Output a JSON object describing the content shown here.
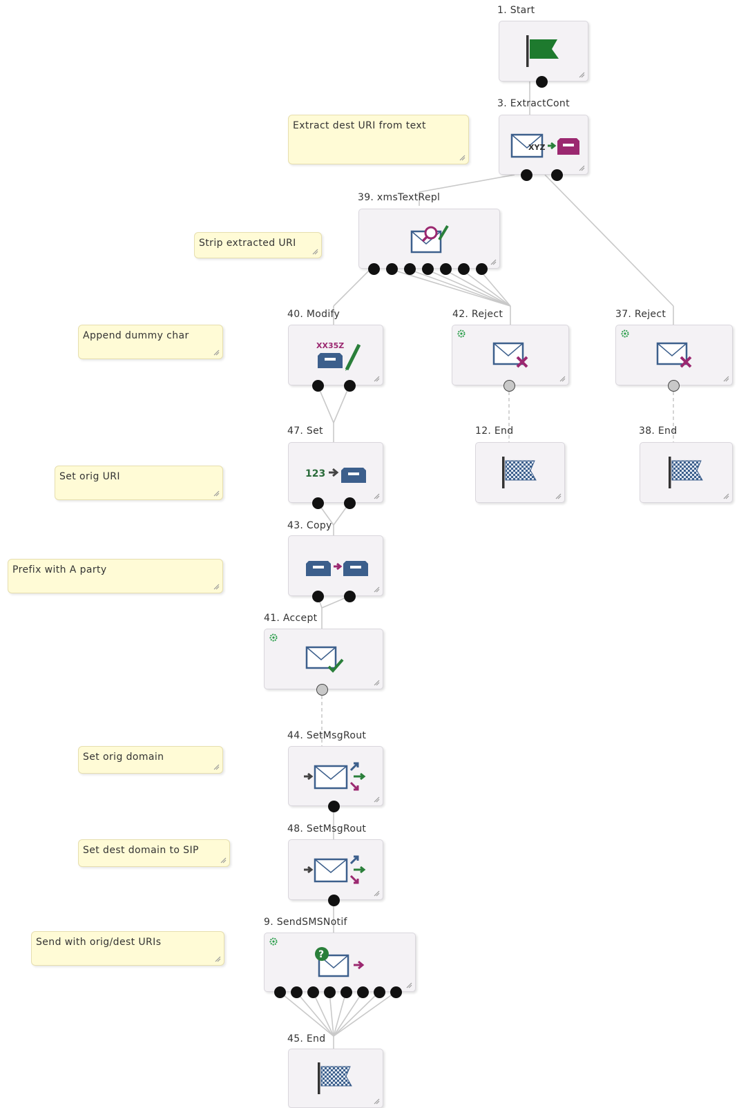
{
  "nodes": [
    {
      "id": "n1",
      "title": "1. Start",
      "icon": "start-flag-icon"
    },
    {
      "id": "n3",
      "title": "3. ExtractCont",
      "icon": "extract-content-icon"
    },
    {
      "id": "n39",
      "title": "39. xmsTextRepl",
      "icon": "text-replace-icon"
    },
    {
      "id": "n40",
      "title": "40. Modify",
      "icon": "modify-icon"
    },
    {
      "id": "n42",
      "title": "42. Reject",
      "icon": "reject-icon"
    },
    {
      "id": "n37",
      "title": "37. Reject",
      "icon": "reject-icon"
    },
    {
      "id": "n12",
      "title": "12. End",
      "icon": "end-flag-icon"
    },
    {
      "id": "n38",
      "title": "38. End",
      "icon": "end-flag-icon"
    },
    {
      "id": "n47",
      "title": "47. Set",
      "icon": "set-value-icon"
    },
    {
      "id": "n43",
      "title": "43. Copy",
      "icon": "copy-icon"
    },
    {
      "id": "n41",
      "title": "41. Accept",
      "icon": "accept-icon"
    },
    {
      "id": "n44",
      "title": "44. SetMsgRout",
      "icon": "message-routing-icon"
    },
    {
      "id": "n48",
      "title": "48. SetMsgRout",
      "icon": "message-routing-icon"
    },
    {
      "id": "n9",
      "title": "9. SendSMSNotif",
      "icon": "send-notification-icon"
    },
    {
      "id": "n45",
      "title": "45. End",
      "icon": "end-flag-icon"
    }
  ],
  "notes": [
    {
      "id": "c1",
      "text": "Extract dest URI from text"
    },
    {
      "id": "c2",
      "text": "Strip extracted URI"
    },
    {
      "id": "c3",
      "text": "Append dummy char"
    },
    {
      "id": "c4",
      "text": "Set orig URI"
    },
    {
      "id": "c5",
      "text": "Prefix with A party"
    },
    {
      "id": "c6",
      "text": "Set orig domain"
    },
    {
      "id": "c7",
      "text": "Set dest domain to SIP"
    },
    {
      "id": "c8",
      "text": "Send with orig/dest URIs"
    }
  ],
  "icon_labels": {
    "extract_text": "XYZ",
    "modify_text": "XX35Z",
    "set_text": "123",
    "help_text": "?"
  },
  "colors": {
    "node_bg": "#f4f2f5",
    "note_bg": "#fffbd6",
    "flag_green": "#1e7a2e",
    "envelope_blue": "#3c5f8c",
    "magenta": "#9b2870",
    "arrow_green": "#2a7f3a",
    "wire": "#c9c9c9"
  }
}
